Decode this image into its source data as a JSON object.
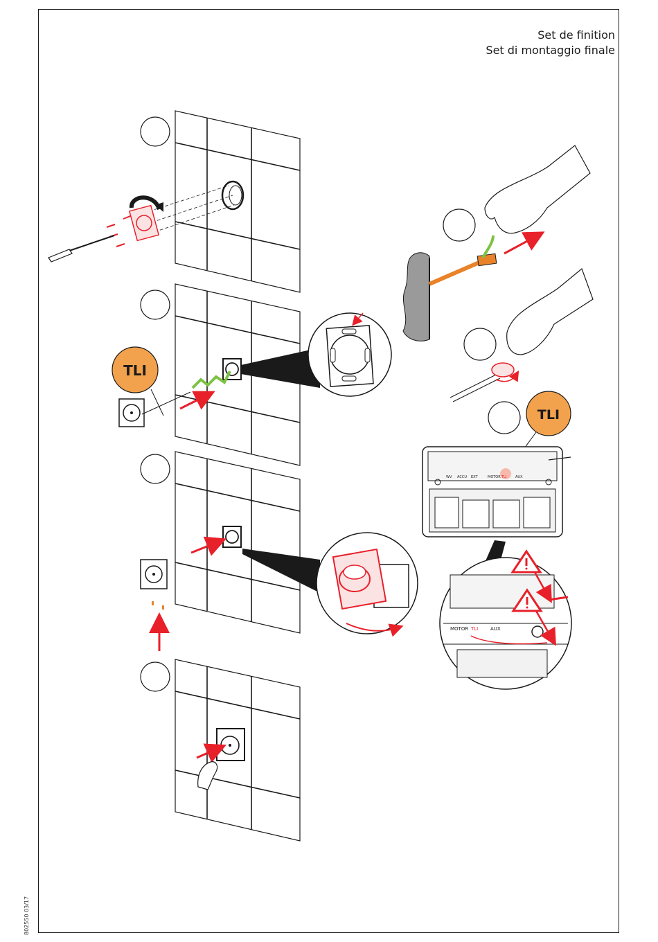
{
  "heading": {
    "line1": "Set de finition",
    "line2": "Set di montaggio finale"
  },
  "document_number": "802550 03/17",
  "badges": {
    "tli_left": "TLI",
    "tli_right": "TLI"
  },
  "control_panel": {
    "labels": [
      "WV",
      "ACCU",
      "EXT",
      "MOTOR",
      "TLI",
      "AUX"
    ]
  },
  "detail_panel": {
    "labels": [
      "MOTOR",
      "TLI",
      "AUX"
    ]
  },
  "colors": {
    "accent_red": "#e8202a",
    "badge_orange": "#f2a24c",
    "cable_green": "#7dc242",
    "cable_orange": "#e8832a"
  },
  "icons": [
    "rotate-arrow-icon",
    "warning-triangle-icon",
    "screwdriver-icon",
    "hand-icon"
  ]
}
